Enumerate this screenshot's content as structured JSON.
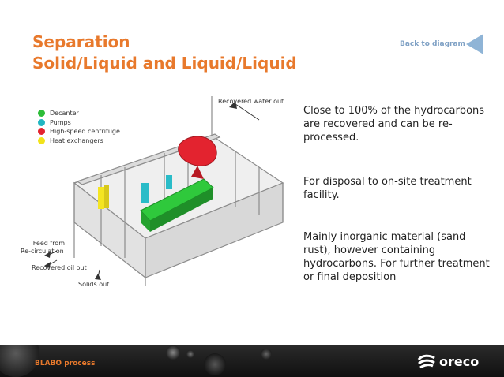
{
  "header": {
    "title_line1": "Separation",
    "title_line2": "Solid/Liquid and Liquid/Liquid",
    "back_link": "Back to diagram"
  },
  "legend": {
    "items": [
      {
        "label": "Decanter",
        "color": "#2dbd38"
      },
      {
        "label": "Pumps",
        "color": "#22b6c2"
      },
      {
        "label": "High-speed centrifuge",
        "color": "#e3232f"
      },
      {
        "label": "Heat exchangers",
        "color": "#f2e31b"
      }
    ]
  },
  "callouts": {
    "recovered_water_out": "Recovered water out",
    "feed_from": "Feed from",
    "re_circulation": "Re-circulation",
    "recovered_oil_out": "Recovered oil out",
    "solids_out": "Solids out"
  },
  "text": {
    "paragraph1": "Close to 100% of the hydrocarbons are recovered and can be re-processed.",
    "paragraph2": "For disposal to on-site treatment facility.",
    "paragraph3": "Mainly inorganic material (sand rust), however containing hydrocarbons. For further treatment or final deposition"
  },
  "footer": {
    "label": "BLABO process",
    "logo_text": "oreco"
  }
}
